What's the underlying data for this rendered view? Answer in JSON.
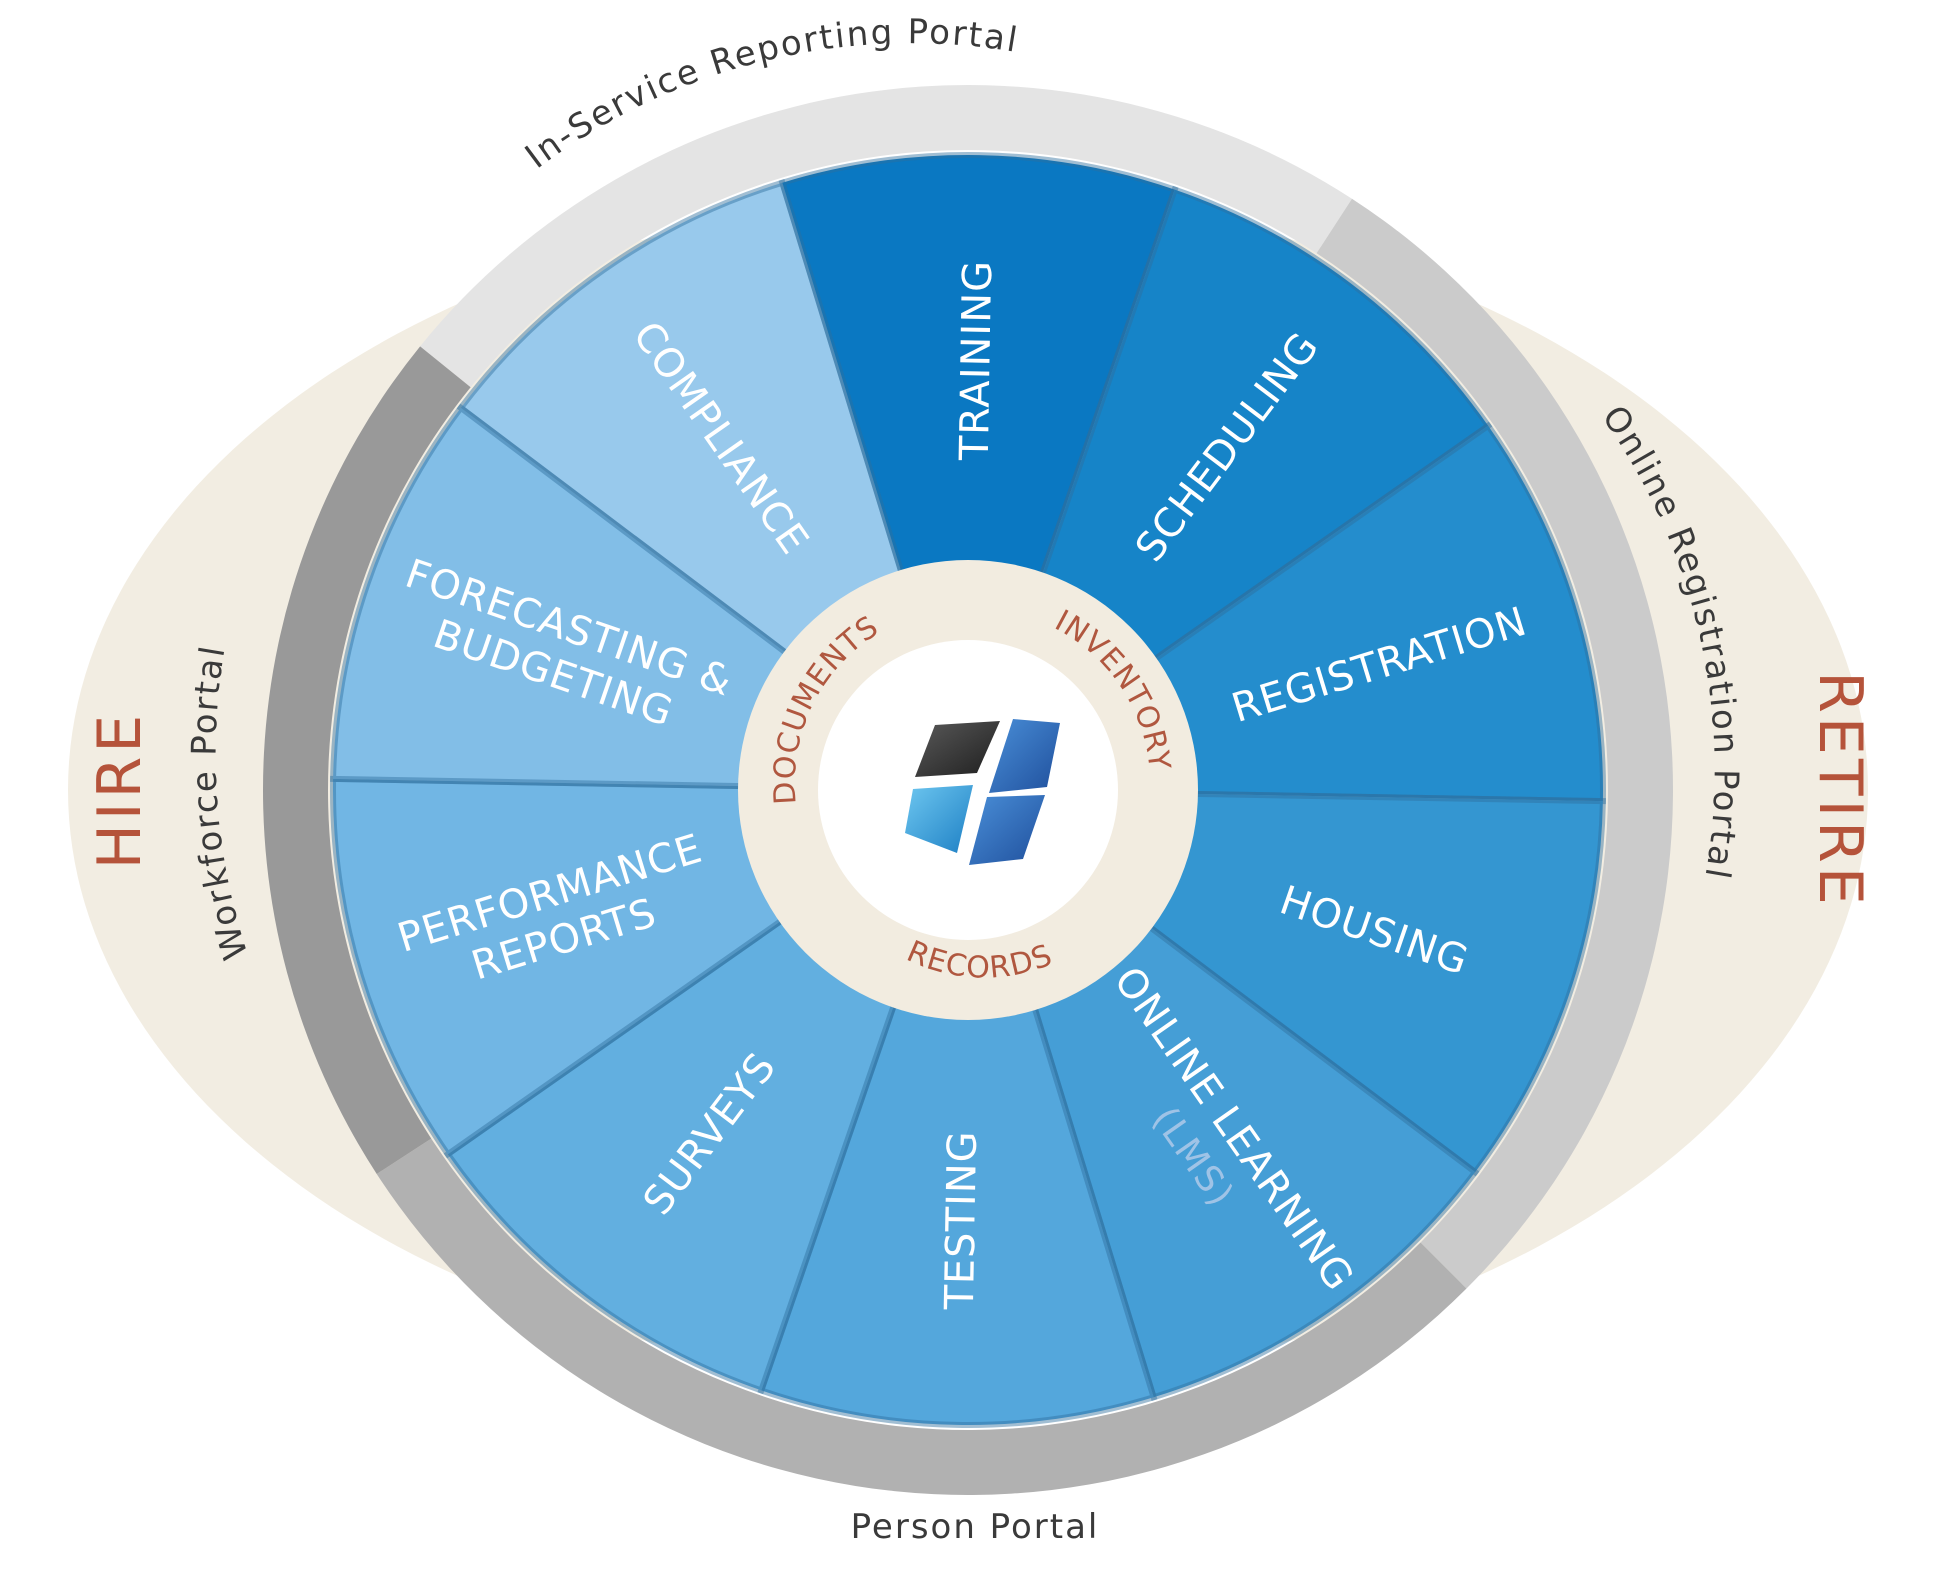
{
  "side_labels": {
    "left": "HIRE",
    "right": "RETIRE"
  },
  "portals": {
    "top": "In-Service Reporting Portal",
    "right": "Online Registration Portal",
    "bottom": "Person Portal",
    "left": "Workforce Portal"
  },
  "segments": [
    {
      "id": "compliance",
      "lines": [
        "COMPLIANCE"
      ],
      "color": "#98c9ec"
    },
    {
      "id": "training",
      "lines": [
        "TRAINING"
      ],
      "color": "#0a78c2"
    },
    {
      "id": "scheduling",
      "lines": [
        "SCHEDULING"
      ],
      "color": "#1684c8"
    },
    {
      "id": "registration",
      "lines": [
        "REGISTRATION"
      ],
      "color": "#248dcd"
    },
    {
      "id": "housing",
      "lines": [
        "HOUSING"
      ],
      "color": "#3496d1"
    },
    {
      "id": "online-learning",
      "lines": [
        "ONLINE LEARNING"
      ],
      "sub": "(LMS)",
      "color": "#459ed6"
    },
    {
      "id": "testing",
      "lines": [
        "TESTING"
      ],
      "color": "#54a7dc"
    },
    {
      "id": "surveys",
      "lines": [
        "SURVEYS"
      ],
      "color": "#62afe0"
    },
    {
      "id": "performance-reports",
      "lines": [
        "PERFORMANCE",
        "REPORTS"
      ],
      "color": "#71b6e4"
    },
    {
      "id": "forecasting-budgeting",
      "lines": [
        "FORECASTING &",
        "BUDGETING"
      ],
      "color": "#82bee7"
    }
  ],
  "core_labels": {
    "documents": "DOCUMENTS",
    "inventory": "INVENTORY",
    "records": "RECORDS"
  },
  "colors": {
    "portal_top": "#e4e4e4",
    "portal_right": "#cbcbcb",
    "portal_bottom": "#b1b1b1",
    "portal_left": "#999999",
    "ellipse": "#f2ede2",
    "core_ring": "#f2ece0",
    "accent": "#b5533a"
  }
}
